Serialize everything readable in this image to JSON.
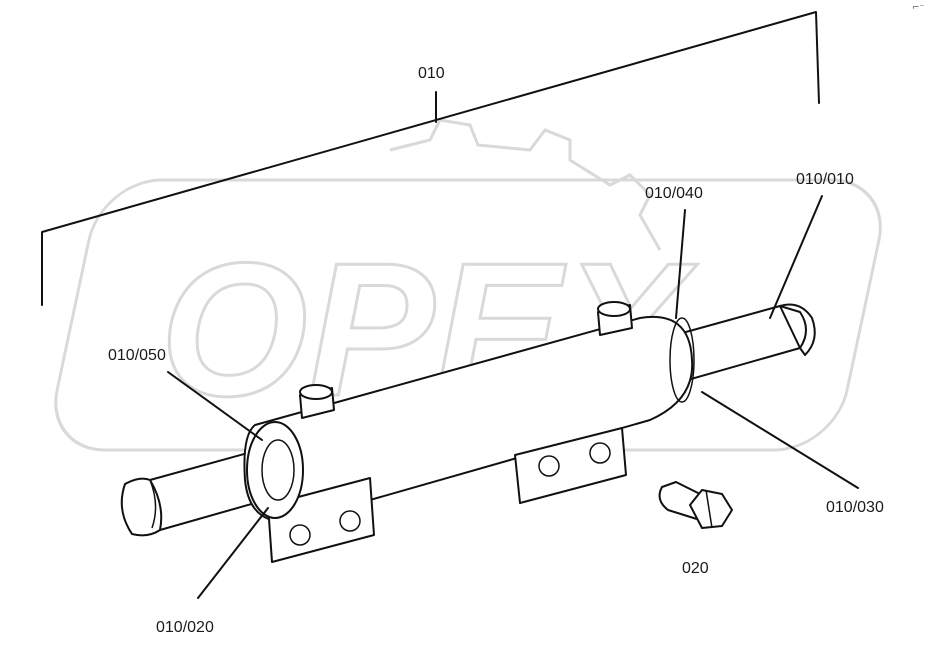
{
  "watermark": {
    "brand": "OPEX"
  },
  "corner_mark": "⌐⁻",
  "callouts": {
    "assembly": "010",
    "shaft": "010/010",
    "left_ring": "010/020",
    "right_ring": "010/030",
    "grease_nipple": "010/040",
    "left_seal": "010/050",
    "bolt": "020"
  }
}
